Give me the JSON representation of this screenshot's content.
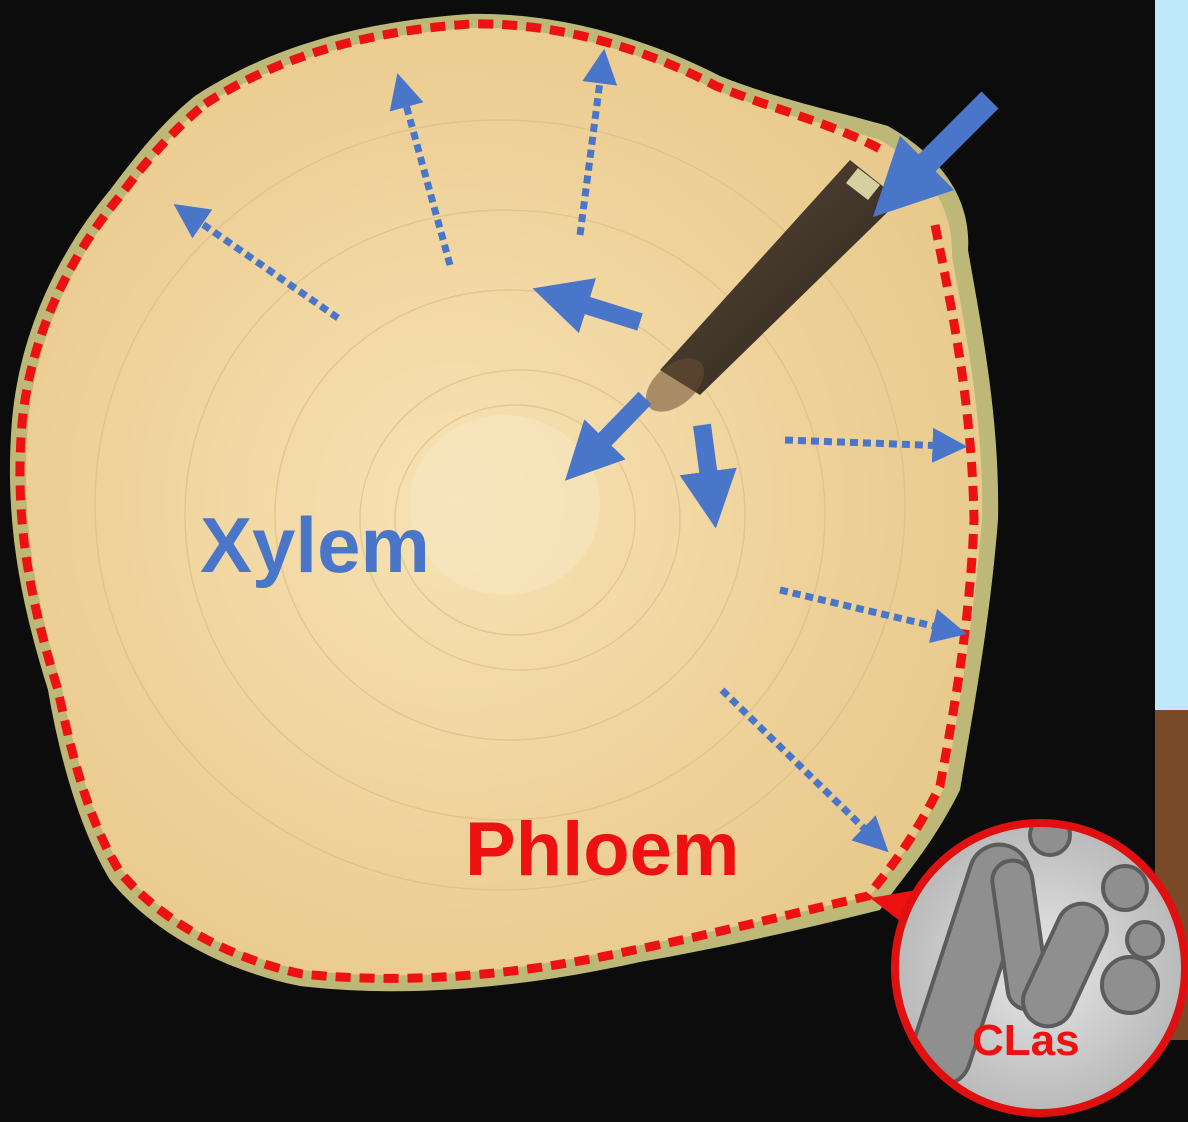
{
  "labels": {
    "xylem": "Xylem",
    "phloem": "Phloem",
    "clas": "CLas"
  },
  "colors": {
    "background": "#0c0c0c",
    "wood": "#efd29a",
    "bark_rim": "#bdb877",
    "phloem_outline": "#ee1111",
    "xylem_arrows": "#4a76c9",
    "sky": "#bfe8fb",
    "soil": "#7a4a28"
  },
  "icons": {
    "injection_needle": "needle-icon",
    "micrograph": "bacteria-micrograph-icon"
  }
}
